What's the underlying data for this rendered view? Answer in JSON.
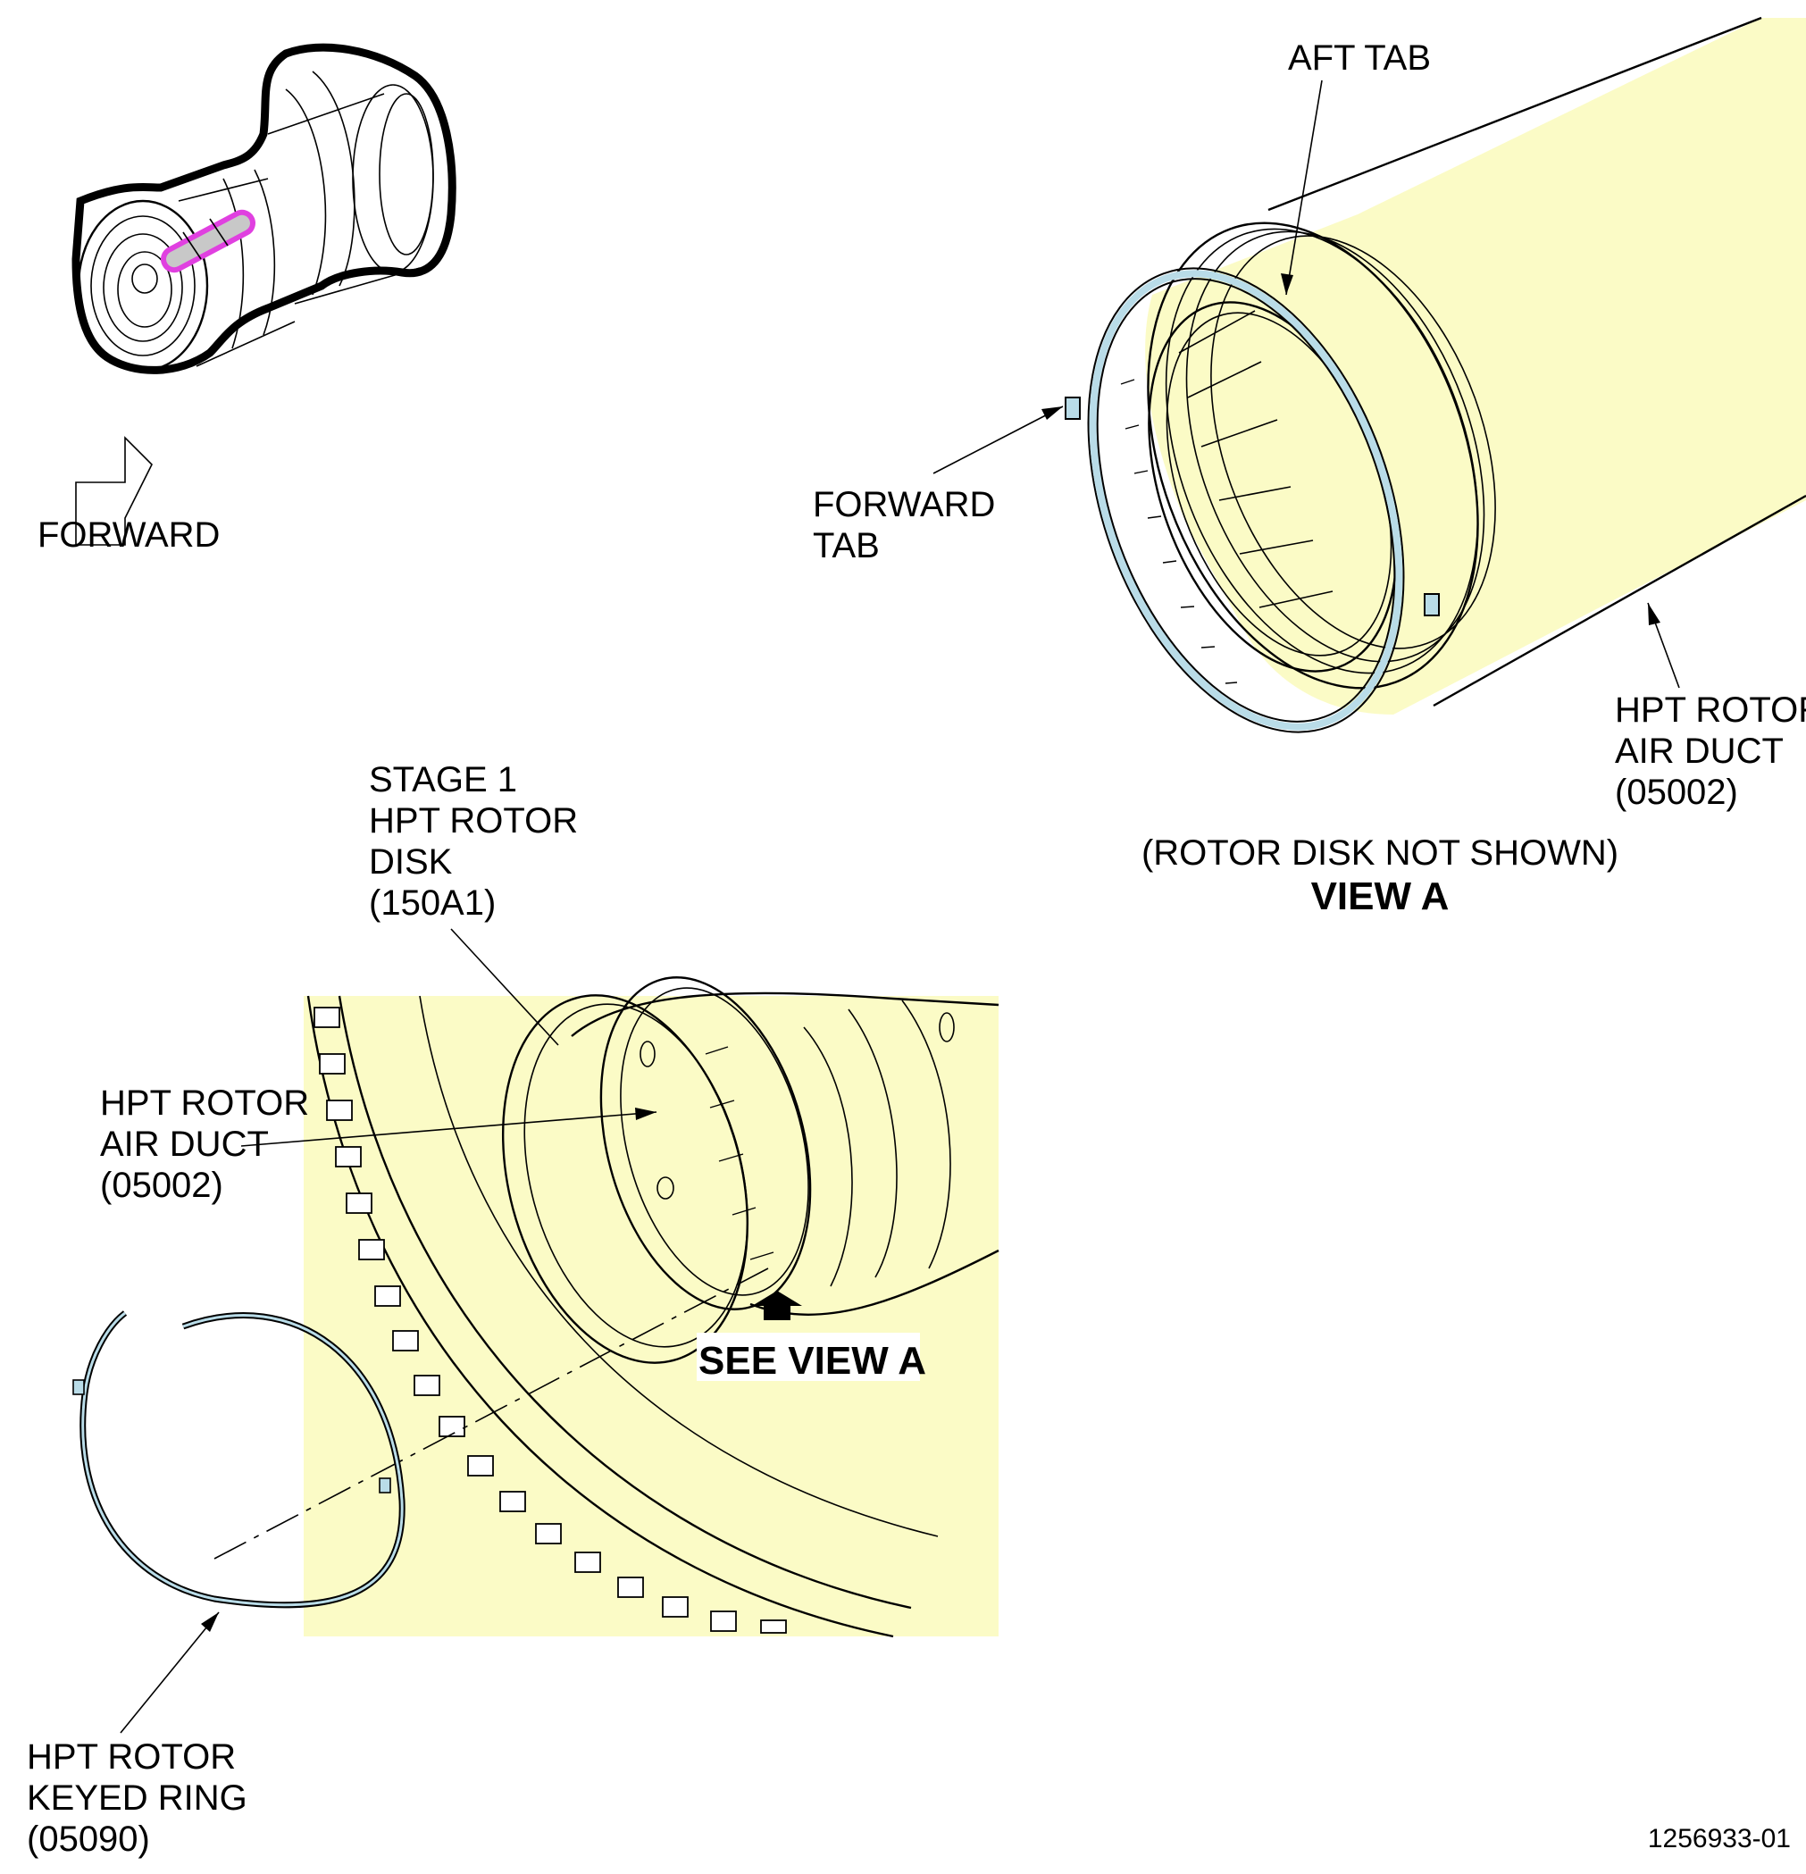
{
  "labels": {
    "forward": "FORWARD",
    "aft_tab": "AFT TAB",
    "forward_tab": [
      "FORWARD",
      "TAB"
    ],
    "hpt_air_duct_view": [
      "HPT ROTOR",
      "AIR DUCT",
      "(05002)"
    ],
    "rotor_disk_not_shown": "(ROTOR DISK NOT SHOWN)",
    "view_a": "VIEW A",
    "stage1_disk": [
      "STAGE 1",
      "HPT ROTOR",
      "DISK",
      "(150A1)"
    ],
    "hpt_air_duct_main": [
      "HPT ROTOR",
      "AIR DUCT",
      "(05002)"
    ],
    "see_view_a": "SEE VIEW A",
    "keyed_ring": [
      "HPT ROTOR",
      "KEYED RING",
      "(05090)"
    ],
    "figure_number": "1256933-01"
  },
  "colors": {
    "part_fill": "#fbfbc6",
    "ring_highlight": "#b9dce8",
    "locator_highlight": "#e040e0",
    "locator_fill": "#c8c8c8"
  },
  "icons": {
    "forward_arrow": "forward-arrow-icon",
    "view_arrow": "up-arrow-icon"
  }
}
